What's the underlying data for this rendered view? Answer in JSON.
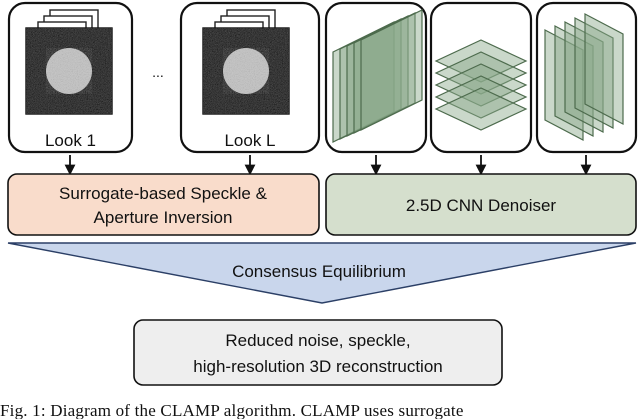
{
  "look_panels": {
    "first_label": "Look 1",
    "last_label": "Look L",
    "ellipsis": "..."
  },
  "boxes": {
    "surrogate_line1": "Surrogate-based Speckle &",
    "surrogate_line2": "Aperture Inversion",
    "cnn": "2.5D CNN Denoiser",
    "consensus": "Consensus Equilibrium",
    "output_line1": "Reduced noise, speckle,",
    "output_line2": "high-resolution 3D reconstruction"
  },
  "caption": "Fig. 1: Diagram of the CLAMP algorithm. CLAMP uses surrogate",
  "colors": {
    "surrogate_fill": "#f9dccb",
    "cnn_fill": "#d5dfcd",
    "consensus_fill": "#c9d6ec",
    "output_fill": "#eeeeee",
    "layer_fill": "#8aa98a",
    "layer_stroke": "#4d6b4d"
  }
}
